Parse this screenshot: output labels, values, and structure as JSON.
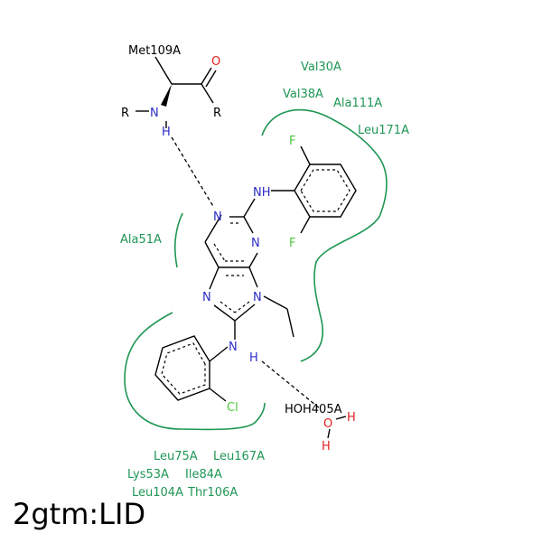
{
  "caption": "2gtm:LID",
  "colors": {
    "carbon": "#000000",
    "nitrogen": "#2c2cc8",
    "oxygen": "#e02020",
    "halogen_f": "#4ac83c",
    "halogen_cl": "#4ac83c",
    "residue": "#1f9655",
    "pocket_line": "#1f9655"
  },
  "residues": {
    "met109a": "Met109A",
    "val30a": "Val30A",
    "val38a": "Val38A",
    "ala111a": "Ala111A",
    "leu171a": "Leu171A",
    "ala51a": "Ala51A",
    "leu75a": "Leu75A",
    "leu167a": "Leu167A",
    "lys53a": "Lys53A",
    "ile84a": "Ile84A",
    "leu104a": "Leu104A",
    "thr106a": "Thr106A",
    "hoh405a": "HOH405A"
  },
  "atoms": {
    "o_carbonyl": "O",
    "r_left": "R",
    "r_right": "R",
    "n_amide": "N",
    "h_amide": "H",
    "n_top_nh": "NH",
    "n_ring_1": "N",
    "n_ring_2": "N",
    "n_ring_3": "N",
    "n_ring_4": "N",
    "n_bottom_nh": "N",
    "h_bottom_nh": "H",
    "f_top": "F",
    "f_bottom": "F",
    "cl": "Cl",
    "o_water": "O",
    "h_water_1": "H",
    "h_water_2": "H",
    "r_dash": "–"
  }
}
